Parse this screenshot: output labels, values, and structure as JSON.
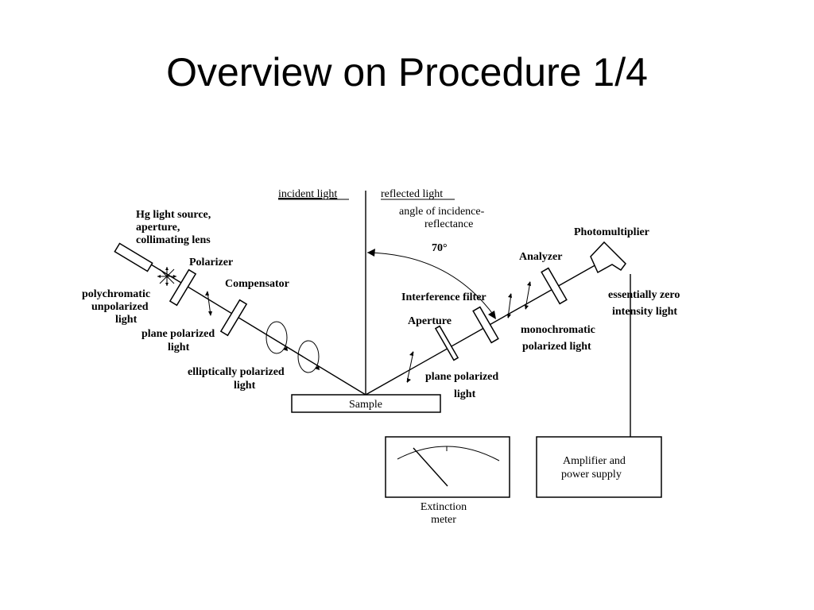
{
  "slide": {
    "title": "Overview on Procedure 1/4"
  },
  "diagram": {
    "labels": {
      "incident_light": "incident light",
      "reflected_light": "reflected light",
      "angle_line1": "angle of incidence-",
      "angle_line2": "reflectance",
      "angle_value": "70°",
      "source_line1": "Hg light source,",
      "source_line2": "aperture,",
      "source_line3": "collimating lens",
      "polarizer": "Polarizer",
      "compensator": "Compensator",
      "poly_line1": "polychromatic",
      "poly_line2": "unpolarized",
      "poly_line3": "light",
      "plane_left_line1": "plane polarized",
      "plane_left_line2": "light",
      "elliptic_line1": "elliptically polarized",
      "elliptic_line2": "light",
      "sample": "Sample",
      "interference_filter": "Interference filter",
      "aperture": "Aperture",
      "plane_right_line1": "plane polarized",
      "plane_right_line2": "light",
      "analyzer": "Analyzer",
      "mono_line1": "monochromatic",
      "mono_line2": "polarized light",
      "photomultiplier": "Photomultiplier",
      "zero_line1": "essentially zero",
      "zero_line2": "intensity light",
      "amplifier_line1": "Amplifier and",
      "amplifier_line2": "power supply",
      "meter_line1": "Extinction",
      "meter_line2": "meter"
    }
  }
}
